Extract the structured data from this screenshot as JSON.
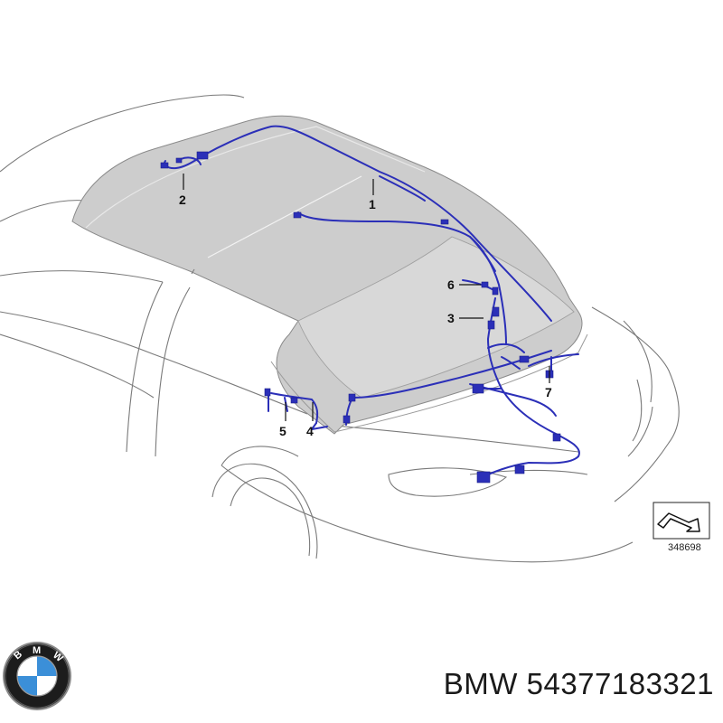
{
  "callouts": [
    {
      "number": "1"
    },
    {
      "number": "2"
    },
    {
      "number": "3"
    },
    {
      "number": "4"
    },
    {
      "number": "5"
    },
    {
      "number": "6"
    },
    {
      "number": "7"
    }
  ],
  "reference_number": "348698",
  "caption": {
    "brand": "BMW",
    "part_number": "54377183321"
  },
  "logo": {
    "letters": [
      "B",
      "M",
      "W"
    ]
  },
  "colors": {
    "wiring": "#2b2fb8",
    "roof": "#cdcdcd",
    "car_outline": "#7a7a7a",
    "logo_blue": "#3b8fd8"
  }
}
